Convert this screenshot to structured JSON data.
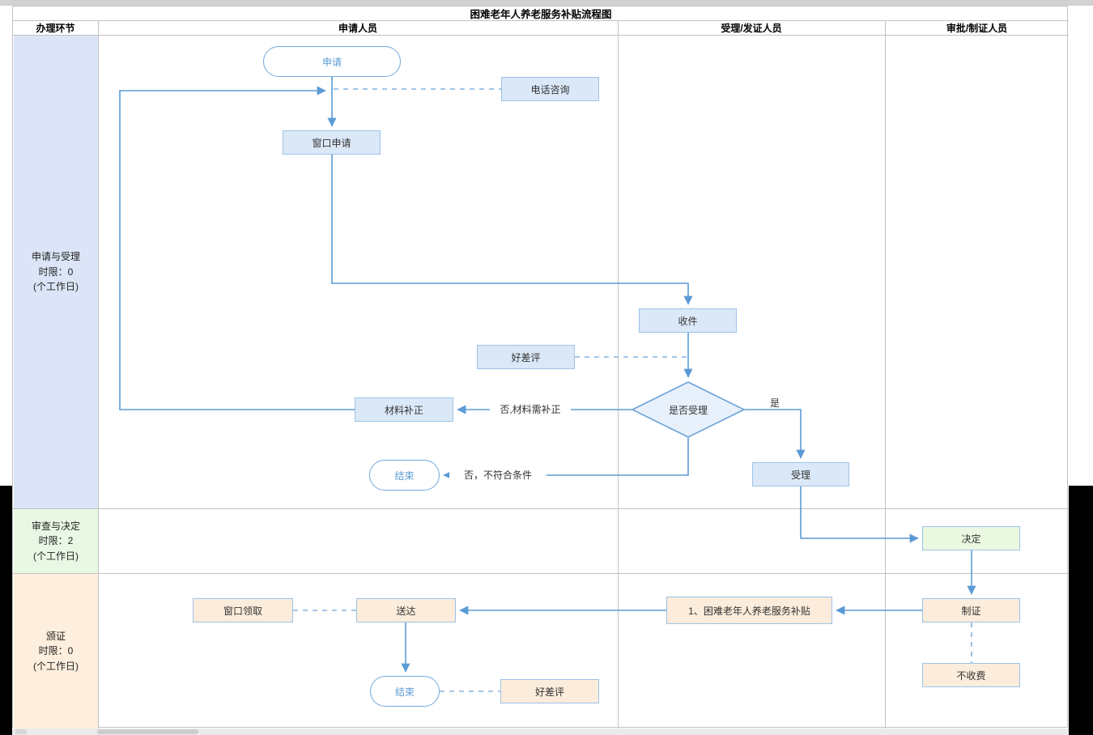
{
  "title": "困难老年人养老服务补贴流程图",
  "columns": {
    "stage": "办理环节",
    "applicant": "申请人员",
    "acceptor": "受理/发证人员",
    "approver": "审批/制证人员"
  },
  "lanes": [
    {
      "name": "apply-accept",
      "label": "申请与受理\n时限：0\n(个工作日)",
      "bg": "#dbe5f7"
    },
    {
      "name": "review-decide",
      "label": "审查与决定\n时限：2\n(个工作日)",
      "bg": "#e9f8e4"
    },
    {
      "name": "issue-cert",
      "label": "颁证\n时限：0\n(个工作日)",
      "bg": "#fdeedd"
    }
  ],
  "nodes": {
    "apply": "申请",
    "phone_inquiry": "电话咨询",
    "window_apply": "窗口申请",
    "receive": "收件",
    "rating_1": "好差评",
    "accept_decision": "是否受理",
    "material_correction": "材料补正",
    "end_1": "结束",
    "accept": "受理",
    "decide": "决定",
    "make_cert": "制证",
    "no_fee": "不收费",
    "subsidy_item": "1、困难老年人养老服务补贴",
    "deliver": "送达",
    "window_pickup": "窗口领取",
    "end_2": "结束",
    "rating_2": "好差评"
  },
  "edge_labels": {
    "no_correction": "否,材料需补正",
    "no_reject": "否，不符合条件",
    "yes": "是"
  },
  "colors": {
    "flow_line": "#5b9bd5",
    "dashed_line": "#85b3e0",
    "node_blue_fill": "#dbe8f8",
    "node_green_fill": "#ebf8e1",
    "node_peach_fill": "#fcecdb",
    "node_border": "#9dc3e6",
    "diamond_fill": "#e7f0fb",
    "diamond_border": "#6ba1d9",
    "stadium_border": "#74a9dc",
    "stadium_text": "#5b9bd5",
    "grid_line": "#c2c2c2"
  }
}
